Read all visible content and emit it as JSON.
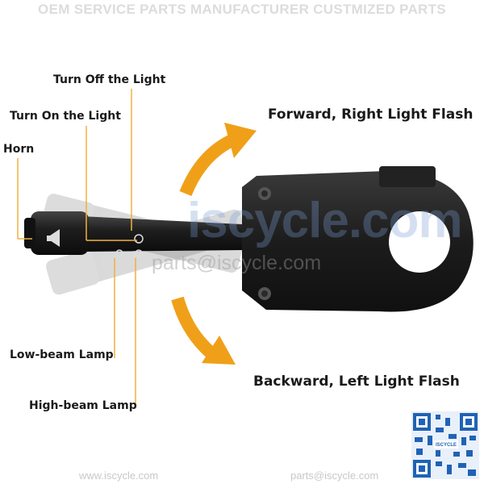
{
  "banner": "OEM SERVICE  PARTS MANUFACTURER  CUSTMIZED PARTS",
  "labels": {
    "turn_off": "Turn Off the Light",
    "turn_on": "Turn On the Light",
    "horn": "Horn",
    "low_beam": "Low-beam Lamp",
    "high_beam": "High-beam Lamp",
    "forward": "Forward, Right Light Flash",
    "backward": "Backward, Left Light Flash"
  },
  "watermark": {
    "site": "iscycle.com",
    "email": "parts@iscycle.com"
  },
  "footer": {
    "site": "www.iscycle.com",
    "email": "parts@iscycle.com"
  },
  "qr_caption": "ISCYCLE",
  "colors": {
    "arrow": "#f0a018",
    "leader": "#f0b040",
    "body": "#1c1c1c"
  }
}
